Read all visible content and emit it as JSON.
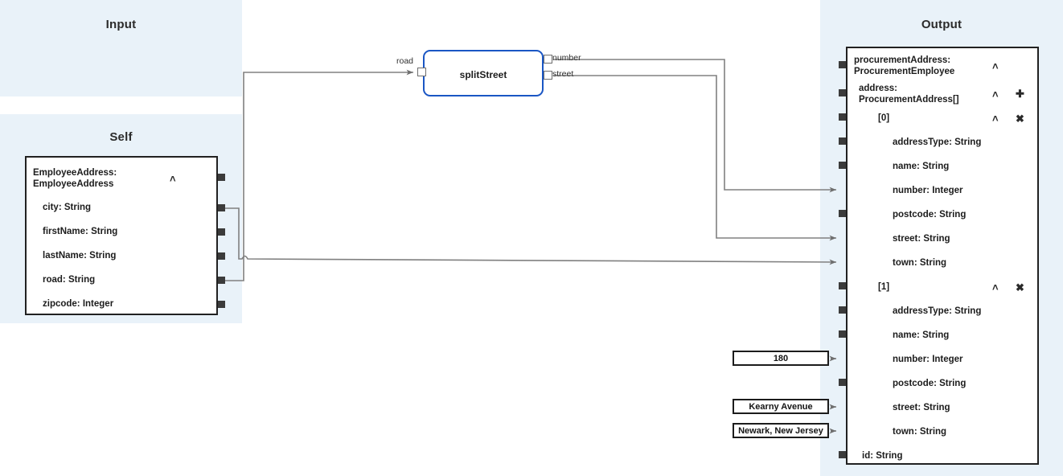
{
  "panels": {
    "input": {
      "title": "Input"
    },
    "self": {
      "title": "Self"
    },
    "output": {
      "title": "Output"
    }
  },
  "self_card": {
    "header": "EmployeeAddress:\nEmployeeAddress",
    "collapse_icon": "chevron-up",
    "fields": [
      {
        "label": "city: String"
      },
      {
        "label": "firstName: String"
      },
      {
        "label": "lastName: String"
      },
      {
        "label": "road: String"
      },
      {
        "label": "zipcode: Integer"
      }
    ]
  },
  "split_node": {
    "title": "splitStreet",
    "inputs": [
      {
        "label": "road"
      }
    ],
    "outputs": [
      {
        "label": "number"
      },
      {
        "label": "street"
      }
    ]
  },
  "output_card": {
    "rows": [
      {
        "label": "procurementAddress:\nProcurementEmployee",
        "indent": 0,
        "chevron": true,
        "action": ""
      },
      {
        "label": "address:\nProcurementAddress[]",
        "indent": 1,
        "chevron": true,
        "action": "plus"
      },
      {
        "label": "[0]",
        "indent": 2,
        "chevron": true,
        "action": "close"
      },
      {
        "label": "addressType: String",
        "indent": 3,
        "chevron": false,
        "action": ""
      },
      {
        "label": "name: String",
        "indent": 3,
        "chevron": false,
        "action": ""
      },
      {
        "label": "number: Integer",
        "indent": 3,
        "chevron": false,
        "action": ""
      },
      {
        "label": "postcode: String",
        "indent": 3,
        "chevron": false,
        "action": ""
      },
      {
        "label": "street: String",
        "indent": 3,
        "chevron": false,
        "action": ""
      },
      {
        "label": "town: String",
        "indent": 3,
        "chevron": false,
        "action": ""
      },
      {
        "label": "[1]",
        "indent": 2,
        "chevron": true,
        "action": "close"
      },
      {
        "label": "addressType: String",
        "indent": 3,
        "chevron": false,
        "action": ""
      },
      {
        "label": "name: String",
        "indent": 3,
        "chevron": false,
        "action": ""
      },
      {
        "label": "number: Integer",
        "indent": 3,
        "chevron": false,
        "action": ""
      },
      {
        "label": "postcode: String",
        "indent": 3,
        "chevron": false,
        "action": ""
      },
      {
        "label": "street: String",
        "indent": 3,
        "chevron": false,
        "action": ""
      },
      {
        "label": "town: String",
        "indent": 3,
        "chevron": false,
        "action": ""
      },
      {
        "label": "id: String",
        "indent": 1,
        "chevron": false,
        "action": ""
      }
    ]
  },
  "constants": [
    {
      "value": "180"
    },
    {
      "value": "Kearny Avenue"
    },
    {
      "value": "Newark, New Jersey"
    }
  ],
  "icons": {
    "chevron_up": "˄",
    "plus": "✚",
    "close": "✖"
  },
  "colors": {
    "panel_bg": "#e9f2f9",
    "node_accent": "#1a56c4",
    "card_border": "#212121",
    "wire": "#808080",
    "port": "#3b3b3b"
  }
}
